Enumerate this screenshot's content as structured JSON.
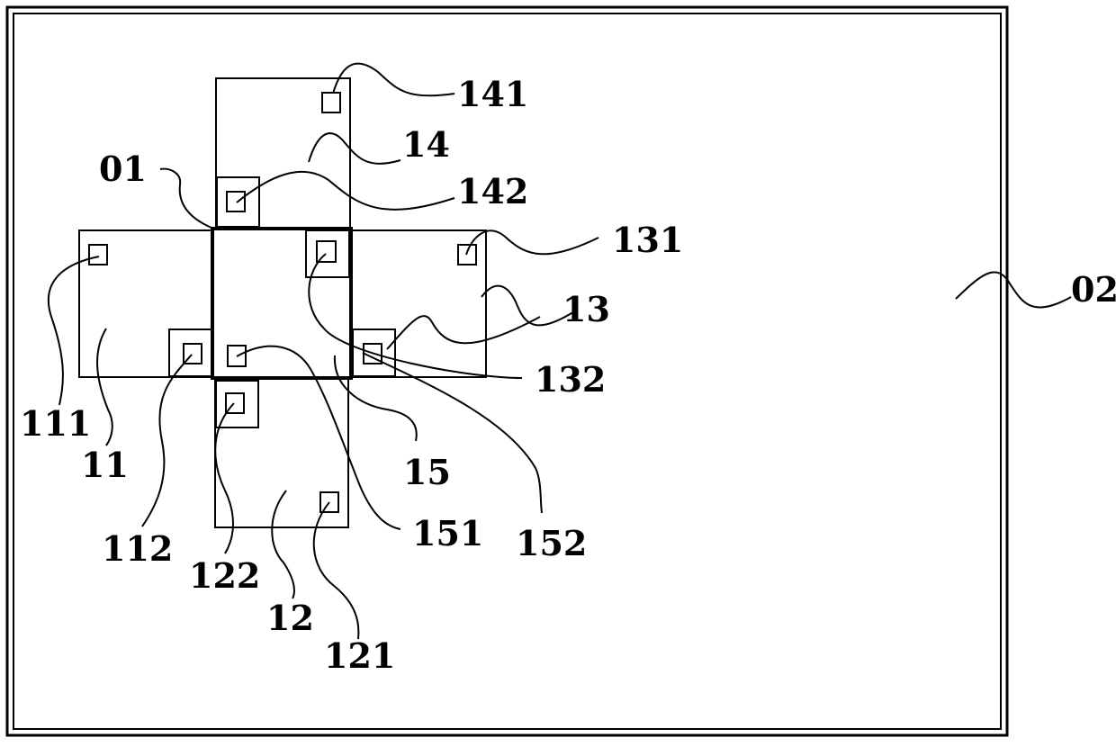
{
  "labels": {
    "l01": "01",
    "l02": "02",
    "l11": "11",
    "l111": "111",
    "l112": "112",
    "l12": "12",
    "l121": "121",
    "l122": "122",
    "l13": "13",
    "l131": "131",
    "l132": "132",
    "l14": "14",
    "l141": "141",
    "l142": "142",
    "l15": "15",
    "l151": "151",
    "l152": "152"
  }
}
